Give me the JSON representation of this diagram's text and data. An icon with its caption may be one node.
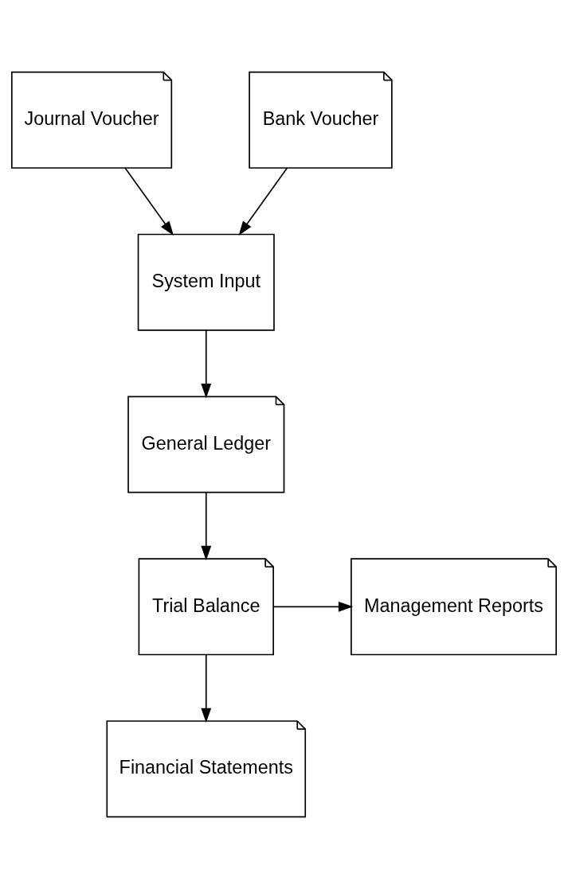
{
  "diagram": {
    "nodes": [
      {
        "text": [
          "Journal Voucher"
        ]
      },
      {
        "text": [
          "Bank Voucher"
        ]
      },
      {
        "text": [
          "System Input"
        ]
      },
      {
        "text": [
          "General Ledger"
        ]
      },
      {
        "text": [
          "Trial Balance"
        ]
      },
      {
        "text": [
          "Management Reports"
        ]
      },
      {
        "text": [
          "Financial Statements"
        ]
      }
    ],
    "edges": [
      {
        "from": 0,
        "to": 2,
        "arrow": "to"
      },
      {
        "from": 1,
        "to": 2,
        "arrow": "to"
      },
      {
        "from": 2,
        "to": 3,
        "arrow": "to"
      },
      {
        "from": 3,
        "to": 4,
        "arrow": "to"
      },
      {
        "from": 4,
        "to": 5,
        "arrow": "to"
      },
      {
        "from": 4,
        "to": 6,
        "arrow": "to"
      }
    ]
  }
}
